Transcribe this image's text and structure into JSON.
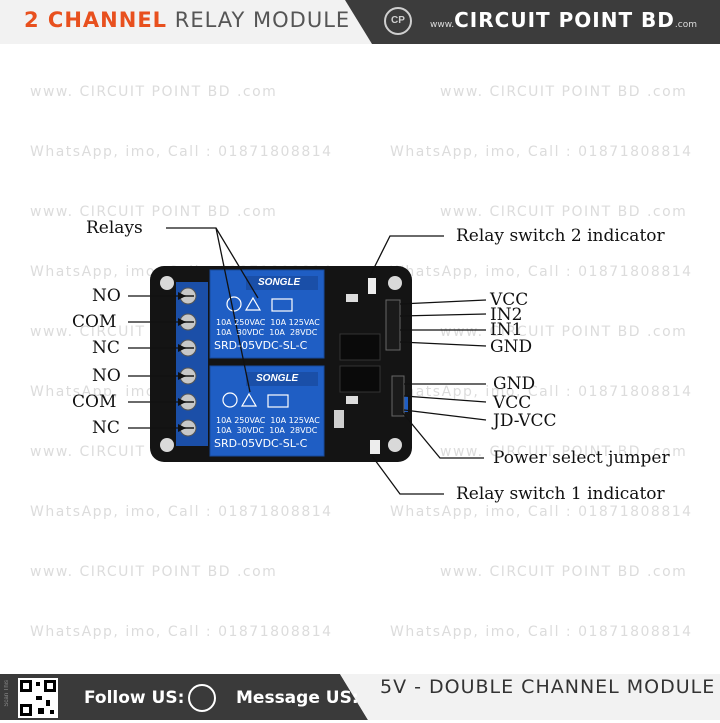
{
  "header": {
    "title_part1": "2 CHANNEL",
    "title_part2": "RELAY MODULE",
    "brand_prefix": "www.",
    "brand_name": "CIRCUIT POINT BD",
    "brand_suffix": ".com",
    "logo_text": "CP"
  },
  "watermarks": {
    "website": "www. CIRCUIT POINT BD .com",
    "contact": "WhatsApp, imo, Call : 01871808814"
  },
  "labels": {
    "relays": "Relays",
    "relay_switch_2_indicator": "Relay switch 2 indicator",
    "relay_switch_1_indicator": "Relay switch 1 indicator",
    "power_select_jumper": "Power select jumper",
    "left_pins": [
      "NO",
      "COM",
      "NC",
      "NO",
      "COM",
      "NC"
    ],
    "right_pins_top": [
      "VCC",
      "IN2",
      "IN1",
      "GND"
    ],
    "right_pins_bottom": [
      "GND",
      "VCC",
      "JD-VCC"
    ]
  },
  "relay": {
    "brand": "SONGLE",
    "model": "SRD-05VDC-SL-C",
    "rating_line1": "10A 250VAC  10A 125VAC",
    "rating_line2": "10A  30VDC  10A  28VDC"
  },
  "footer": {
    "follow": "Follow US:",
    "message": "Message US:",
    "title": "5V - DOUBLE CHANNEL MODULE",
    "scan_text": "Scan This"
  },
  "colors": {
    "accent": "#e8501e",
    "dark": "#3a3a3a",
    "relay_blue": "#1f5ec4",
    "pcb": "#141414"
  }
}
